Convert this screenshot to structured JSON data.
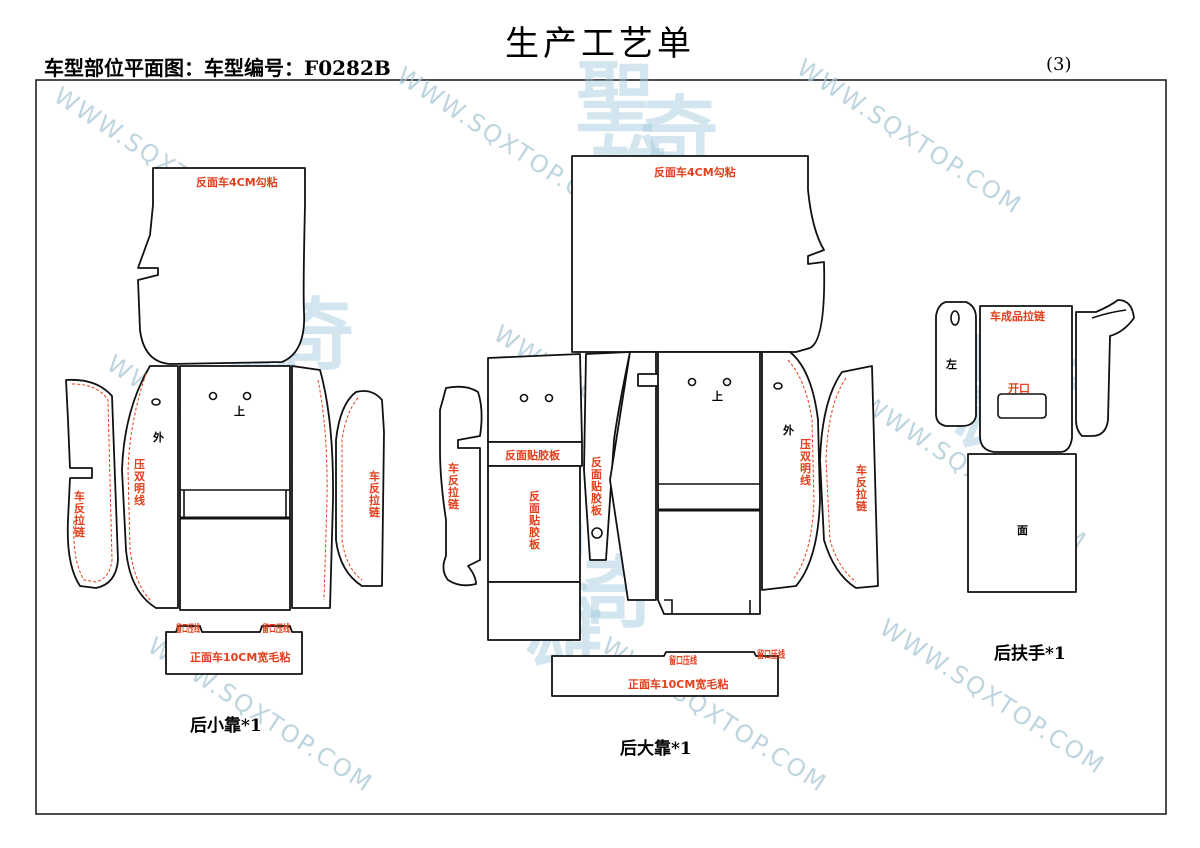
{
  "header": {
    "title": "生产工艺单",
    "subtitle": "车型部位平面图：车型编号：F0282B",
    "page_number": "(3)"
  },
  "watermark": {
    "url": "WWW.SQXTOP.COM",
    "brand_1": "聖",
    "brand_2": "雄",
    "brand_3": "奇"
  },
  "parts": [
    {
      "caption": "后小靠*1",
      "labels": {
        "top_panel": "反面车4CM勾粘",
        "up": "上",
        "outer": "外",
        "double_stitch": "压双明线",
        "zip_left": "车反拉链",
        "zip_right": "车反拉链",
        "slot_left": "留口压线",
        "slot_right": "留口压线",
        "bottom_strip": "正面车10CM宽毛粘"
      }
    },
    {
      "caption": "后大靠*1",
      "labels": {
        "top_panel": "反面车4CM勾粘",
        "up": "上",
        "outer": "外",
        "double_stitch": "压双明线",
        "zip_left": "车反拉链",
        "zip_right": "车反拉链",
        "glue_board_h": "反面贴胶板",
        "glue_board_v1": "反面贴胶板",
        "glue_board_v2": "反面贴胶板",
        "slot_left": "留口压线",
        "slot_right": "留口压线",
        "bottom_strip": "正面车10CM宽毛粘"
      }
    },
    {
      "caption": "后扶手*1",
      "labels": {
        "zip": "车成品拉链",
        "left": "左",
        "opening": "开口",
        "face": "面"
      }
    }
  ]
}
